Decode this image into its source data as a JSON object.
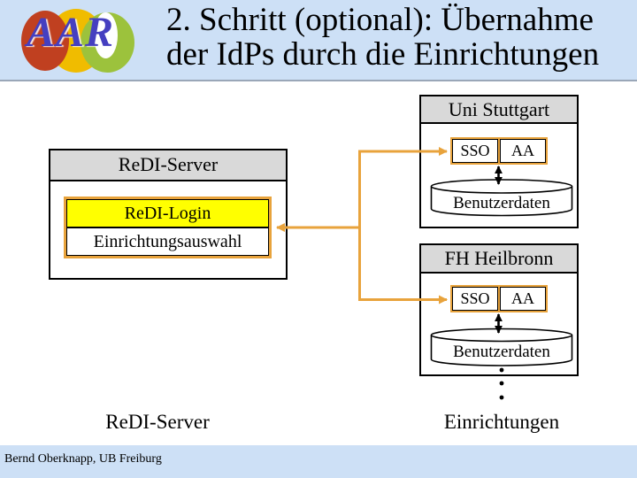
{
  "colors": {
    "band": "#cde0f6",
    "band-edge": "#9aa7b8",
    "header-gray": "#d9d9d9",
    "accent": "#e8a33c",
    "highlight": "#ffff00",
    "logo-red": "#c04020",
    "logo-yellow": "#f0bc00",
    "logo-green": "#9cc23c",
    "logo-ink": "#453fc0"
  },
  "header": {
    "logo_text": "AAR",
    "title_line1": "2. Schritt (optional): Übernahme",
    "title_line2": "der IdPs durch die Einrichtungen"
  },
  "diagram": {
    "redi_server": {
      "title": "ReDI-Server",
      "login": "ReDI-Login",
      "selection": "Einrichtungsauswahl"
    },
    "uni_stuttgart": {
      "title": "Uni Stuttgart",
      "sso": "SSO",
      "aa": "AA",
      "database": "Benutzerdaten"
    },
    "fh_heilbronn": {
      "title": "FH Heilbronn",
      "sso": "SSO",
      "aa": "AA",
      "database": "Benutzerdaten"
    },
    "bottom_left_label": "ReDI-Server",
    "bottom_right_label": "Einrichtungen"
  },
  "footer": {
    "credit": "Bernd Oberknapp, UB Freiburg"
  }
}
